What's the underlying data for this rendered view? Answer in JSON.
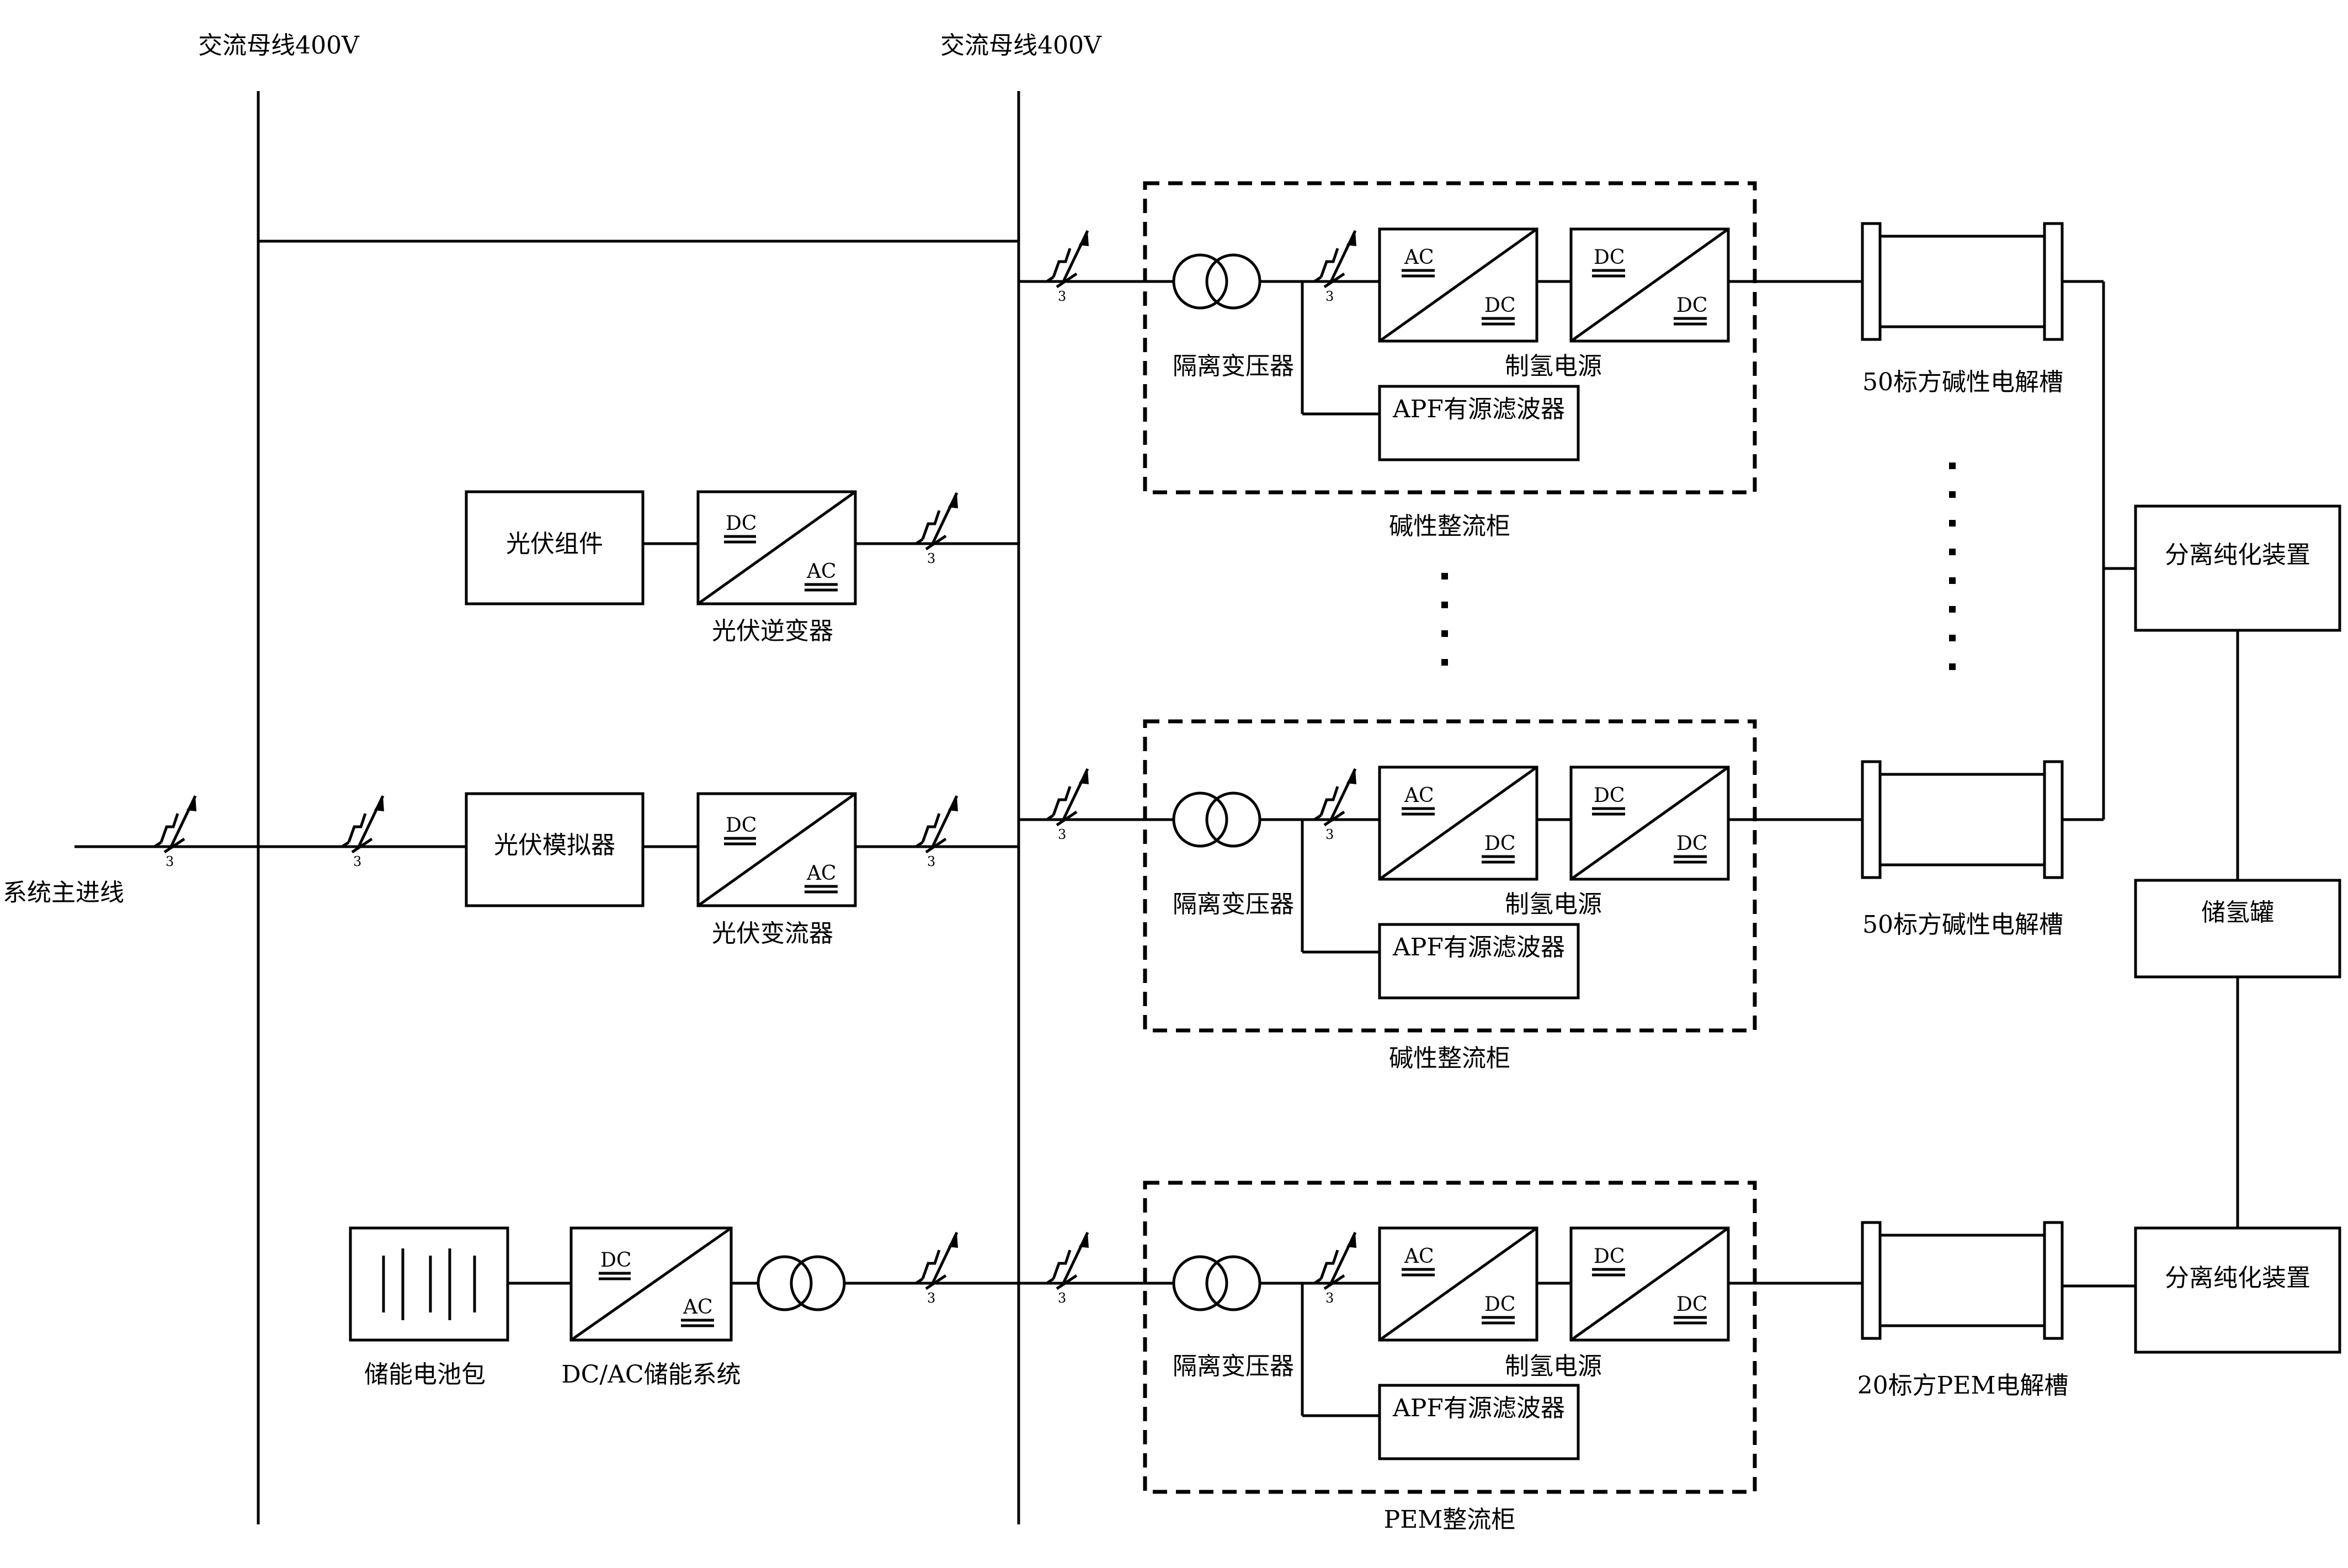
{
  "buses": {
    "left_label": "交流母线400V",
    "right_label": "交流母线400V"
  },
  "main_incoming": {
    "label": "系统主进线"
  },
  "breaker_phase_label": "3",
  "converter_symbols": {
    "dc": "DC",
    "ac": "AC"
  },
  "pv": {
    "module": "光伏组件",
    "inverter": "光伏逆变器",
    "simulator": "光伏模拟器",
    "converter": "光伏变流器"
  },
  "storage": {
    "battery": "储能电池包",
    "pcs": "DC/AC储能系统"
  },
  "cabinets": [
    {
      "title": "碱性整流柜",
      "transformer": "隔离变压器",
      "power_supply": "制氢电源",
      "apf": "APF有源滤波器",
      "electrolyzer": "50标方碱性电解槽"
    },
    {
      "title": "碱性整流柜",
      "transformer": "隔离变压器",
      "power_supply": "制氢电源",
      "apf": "APF有源滤波器",
      "electrolyzer": "50标方碱性电解槽"
    },
    {
      "title": "PEM整流柜",
      "transformer": "隔离变压器",
      "power_supply": "制氢电源",
      "apf": "APF有源滤波器",
      "electrolyzer": "20标方PEM电解槽"
    }
  ],
  "downstream": {
    "purifier_alkaline": "分离纯化装置",
    "tank": "储氢罐",
    "purifier_pem": "分离纯化装置"
  }
}
